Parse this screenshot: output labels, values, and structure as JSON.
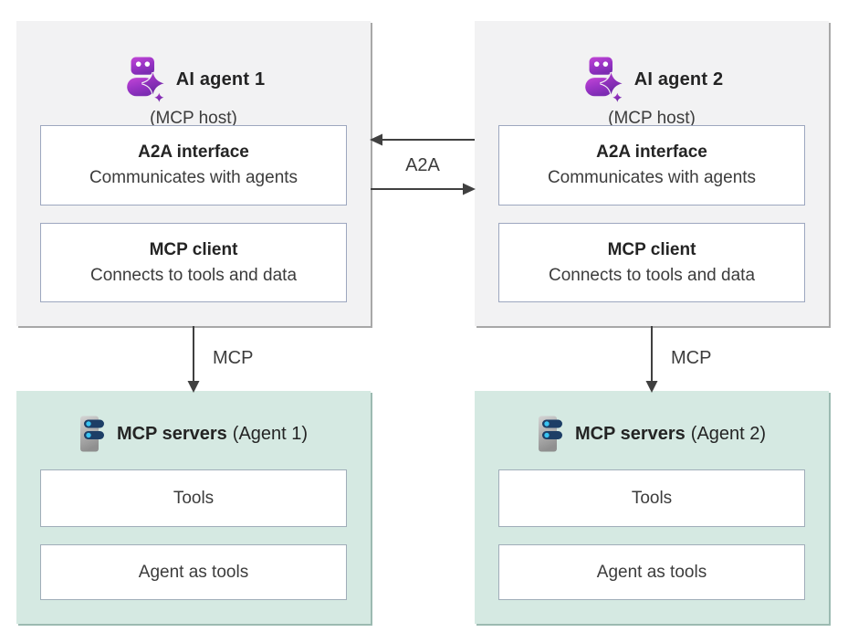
{
  "agents": [
    {
      "icon": "ai-agent-sparkle-icon",
      "title": "AI agent 1",
      "subtitle": "(MCP host)",
      "cards": [
        {
          "title": "A2A interface",
          "description": "Communicates with agents"
        },
        {
          "title": "MCP client",
          "description": "Connects to tools and data"
        }
      ]
    },
    {
      "icon": "ai-agent-sparkle-icon",
      "title": "AI agent 2",
      "subtitle": "(MCP host)",
      "cards": [
        {
          "title": "A2A interface",
          "description": "Communicates with agents"
        },
        {
          "title": "MCP client",
          "description": "Connects to tools and data"
        }
      ]
    }
  ],
  "servers": [
    {
      "icon": "server-stack-icon",
      "title_bold": "MCP servers",
      "title_suffix": "(Agent 1)",
      "cards": [
        {
          "label": "Tools"
        },
        {
          "label": "Agent as tools"
        }
      ]
    },
    {
      "icon": "server-stack-icon",
      "title_bold": "MCP servers",
      "title_suffix": "(Agent 2)",
      "cards": [
        {
          "label": "Tools"
        },
        {
          "label": "Agent as tools"
        }
      ]
    }
  ],
  "connectors": {
    "a2a_label": "A2A",
    "mcp_label_left": "MCP",
    "mcp_label_right": "MCP",
    "arrow_color": "#404040"
  },
  "colors": {
    "agent_box_fill": "#f2f2f3",
    "agent_box_shadow": "#a8a8a8",
    "server_box_fill": "#d5e9e2",
    "server_box_shadow": "#9cbab1",
    "card_border": "#9da7bf",
    "title_text": "#242424",
    "body_text": "#3c3c3c",
    "agent_icon_gradient_start": "#c246d6",
    "agent_icon_gradient_end": "#7c2cb2",
    "server_icon_tower": "#9a9a9a",
    "server_icon_bar": "#1d3e66",
    "server_icon_dot": "#39c4f2"
  }
}
